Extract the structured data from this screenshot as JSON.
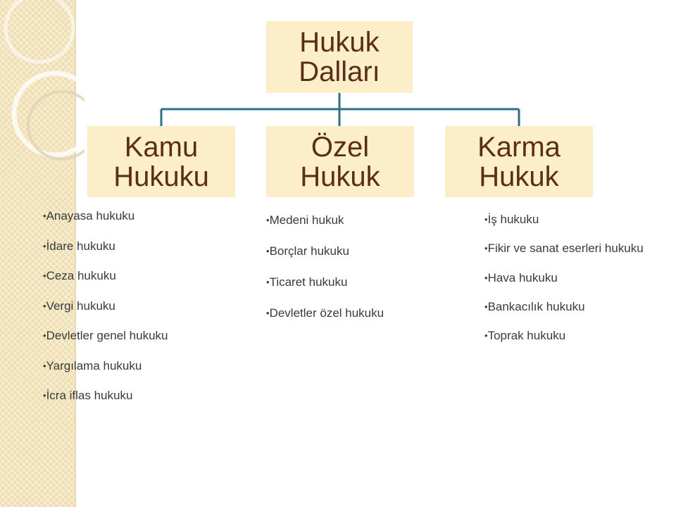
{
  "colors": {
    "box_fill": "#fbeec9",
    "box_text": "#5b2d17",
    "connector": "#2e6f86",
    "list_text": "#3a3a3a",
    "strip": "#f3e5bd"
  },
  "diagram": {
    "root": "Hukuk Dalları",
    "branches": [
      {
        "title": "Kamu Hukuku",
        "items": [
          "Anayasa hukuku",
          "İdare hukuku",
          "Ceza hukuku",
          "Vergi hukuku",
          "Devletler genel hukuku",
          "Yargılama hukuku",
          "İcra iflas hukuku"
        ]
      },
      {
        "title": "Özel Hukuk",
        "items": [
          "Medeni hukuk",
          "Borçlar hukuku",
          "Ticaret hukuku",
          "Devletler özel hukuku"
        ]
      },
      {
        "title": "Karma Hukuk",
        "items": [
          "İş hukuku",
          "Fikir ve sanat eserleri hukuku",
          "Hava hukuku",
          "Bankacılık hukuku",
          "Toprak hukuku"
        ]
      }
    ]
  }
}
